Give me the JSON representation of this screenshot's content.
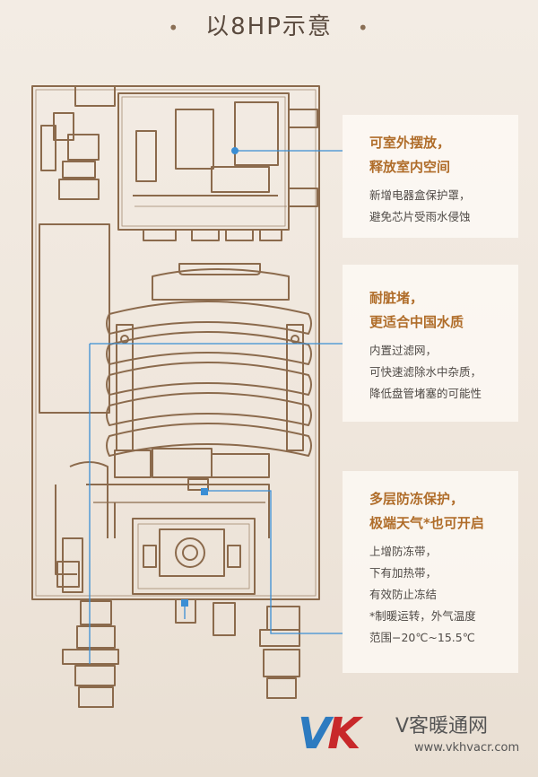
{
  "header": {
    "title": "以8HP示意"
  },
  "callouts": [
    {
      "title_lines": [
        "可室外摆放，",
        "释放室内空间"
      ],
      "desc_lines": [
        "新增电器盒保护罩，",
        "避免芯片受雨水侵蚀"
      ]
    },
    {
      "title_lines": [
        "耐脏堵，",
        "更适合中国水质"
      ],
      "desc_lines": [
        "内置过滤网，",
        "可快速滤除水中杂质，",
        "降低盘管堵塞的可能性"
      ]
    },
    {
      "title_lines": [
        "多层防冻保护，",
        "极端天气*也可开启"
      ],
      "desc_lines": [
        "上增防冻带，",
        "下有加热带，",
        "有效防止冻结",
        "*制暖运转，外气温度",
        "范围−20℃~15.5℃"
      ]
    }
  ],
  "watermark": {
    "letters_v": "V",
    "letters_k": "K",
    "title": "V客暖通网",
    "url": "www.vkhvacr.com"
  },
  "colors": {
    "line": "#8b6a4c",
    "accent_blue": "#3b8ed4",
    "title_orange": "#b06d2a"
  }
}
